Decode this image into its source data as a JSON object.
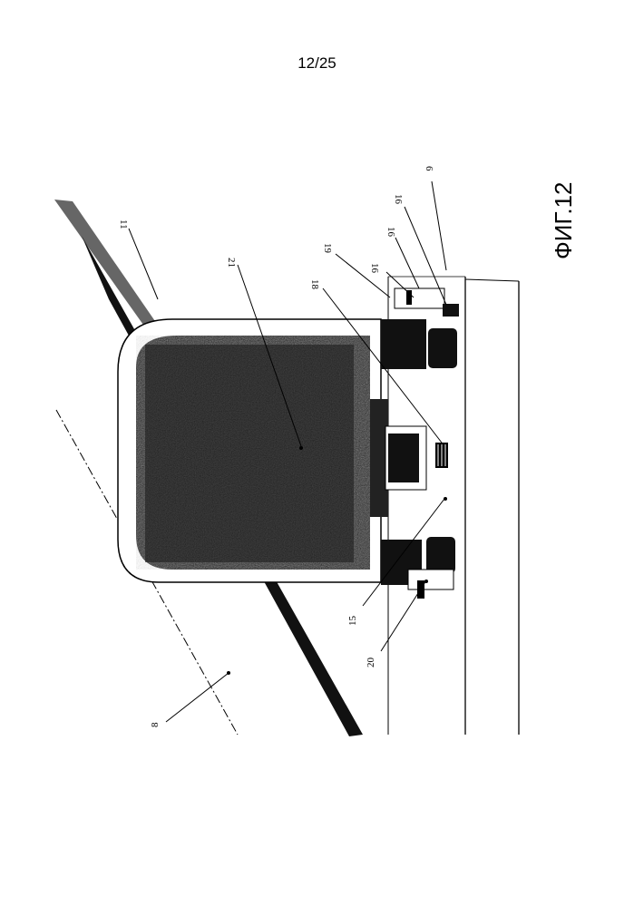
{
  "page": {
    "number": "12/25",
    "caption": "ФИГ.12"
  },
  "figure": {
    "labels": [
      "11",
      "21",
      "18",
      "19",
      "16",
      "16",
      "16",
      "6",
      "15",
      "20",
      "8"
    ]
  }
}
